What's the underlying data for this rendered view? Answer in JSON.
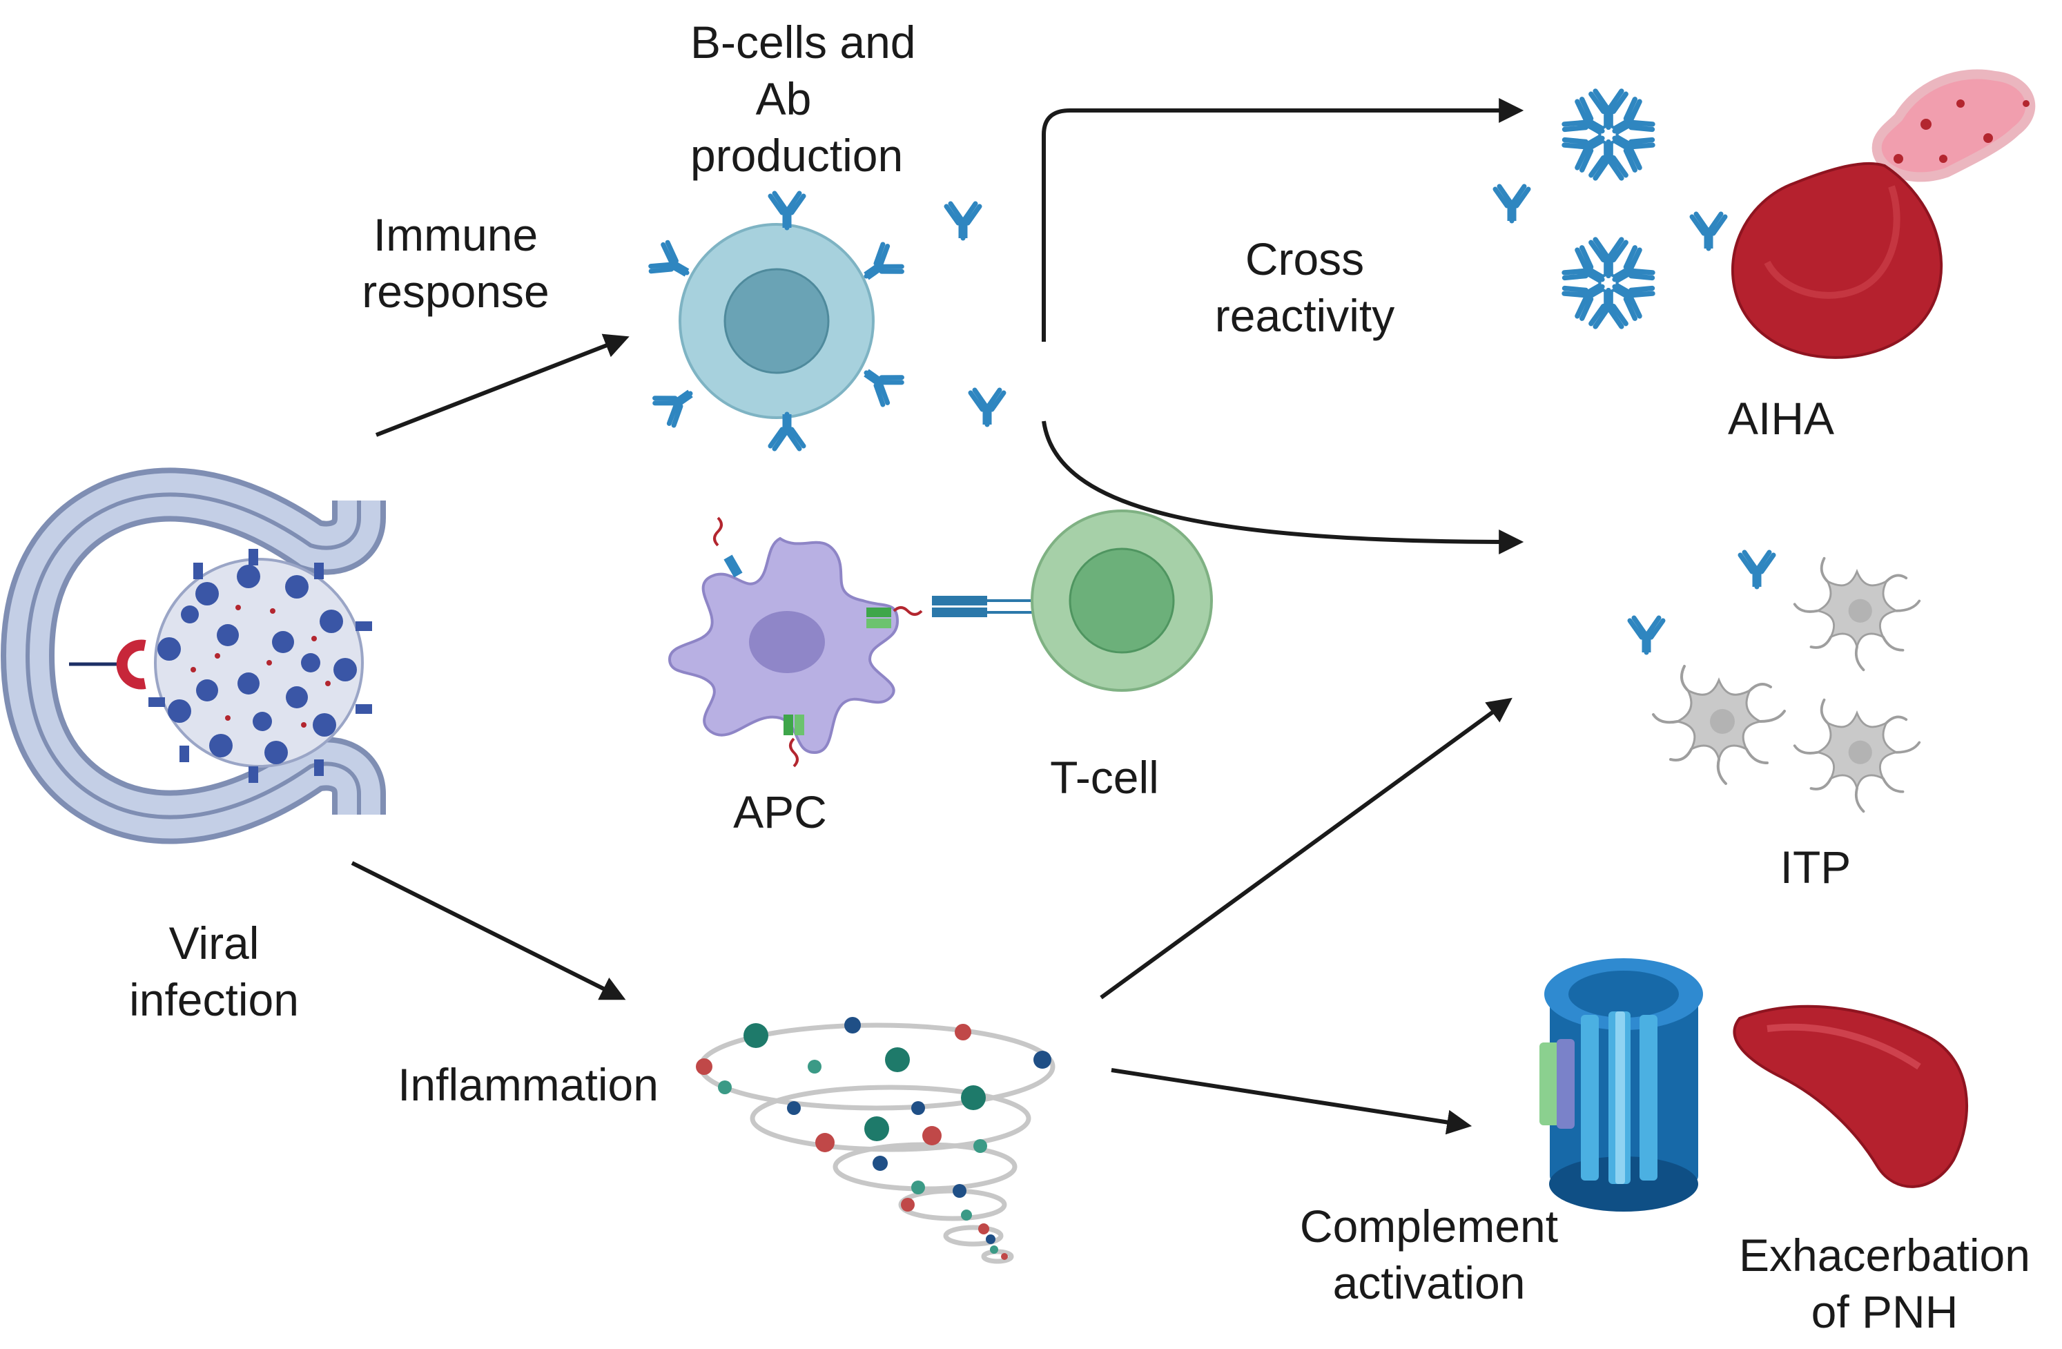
{
  "labels": {
    "bcells": [
      "B-cells and",
      "Ab",
      "production"
    ],
    "immune_response": [
      "Immune",
      "response"
    ],
    "cross_reactivity": [
      "Cross",
      "reactivity"
    ],
    "aiha": "AIHA",
    "apc": "APC",
    "tcell": "T-cell",
    "itp": "ITP",
    "viral_infection": [
      "Viral",
      "infection"
    ],
    "inflammation": "Inflammation",
    "complement_activation": [
      "Complement",
      "activation"
    ],
    "pnh": [
      "Exhacerbation",
      "of PNH"
    ]
  },
  "colors": {
    "antibody": "#2f86c0",
    "bcell_outer": "#a7d1dd",
    "bcell_nucleus": "#6aa3b5",
    "tcell_outer": "#a6d0a8",
    "tcell_nucleus": "#6cb07a",
    "apc": "#b8b0e3",
    "rbc": "#b5212e",
    "platelet": "#bdbdbd",
    "membrane": "#aab8d6",
    "virus_spike": "#3a56a6",
    "arrow": "#1a1a1a"
  }
}
